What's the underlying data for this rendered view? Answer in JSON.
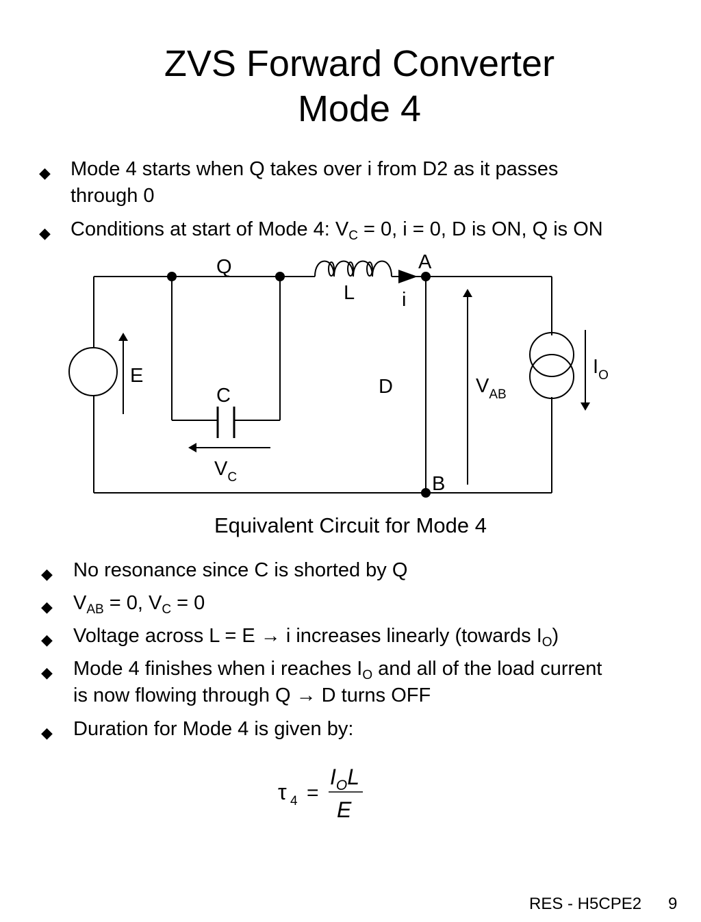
{
  "slide": {
    "title_line1": "ZVS Forward Converter",
    "title_line2": "Mode 4"
  },
  "bullets_top": [
    {
      "line1": "Mode 4 starts when Q takes over i from D2 as it passes",
      "line2": "through 0"
    },
    {
      "pre": "Conditions at start of Mode 4: V",
      "sub": "C",
      "post": " = 0, i = 0, D is ON, Q is ON"
    }
  ],
  "circuit": {
    "label_Q": "Q",
    "label_L": "L",
    "label_A": "A",
    "label_i": "i",
    "label_E": "E",
    "label_C": "C",
    "label_D": "D",
    "label_V": "V",
    "label_AB": "AB",
    "label_I": "I",
    "label_O": "O",
    "label_VC_V": "V",
    "label_VC_C": "C",
    "label_B": "B",
    "caption": "Equivalent Circuit for Mode 4"
  },
  "bullets_bottom": [
    {
      "text": "No resonance since C is shorted by Q"
    },
    {
      "p1": "V",
      "s1": "AB",
      "p2": " = 0, V",
      "s2": "C",
      "p3": " = 0"
    },
    {
      "p1": "Voltage across L = E → i increases linearly (towards I",
      "s1": "O",
      "p2": ")"
    },
    {
      "p1": "Mode 4 finishes when i reaches I",
      "s1": "O",
      "p2": " and all of the load current",
      "line2": "is now flowing through Q → D turns OFF"
    },
    {
      "text": "Duration for Mode 4 is given by:"
    }
  ],
  "formula": {
    "lhs": "τ",
    "lhs_sub": "4",
    "eq": "=",
    "num_I": "I",
    "num_O": "O",
    "num_L": "L",
    "den": "E"
  },
  "footer": {
    "label": "RES - H5CPE2",
    "page": "9"
  },
  "bullet_glyph": "◆"
}
